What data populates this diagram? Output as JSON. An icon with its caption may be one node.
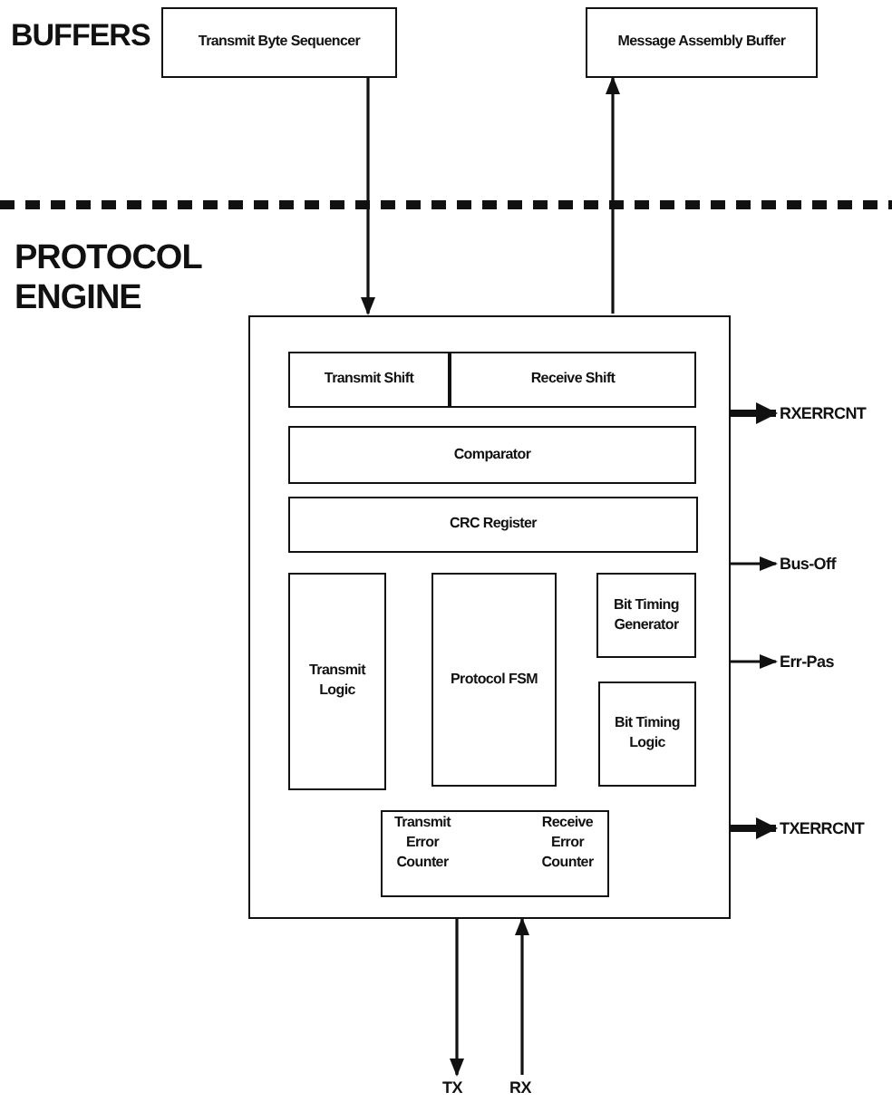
{
  "diagram": {
    "nodes": [
      {
        "text": [
          "Transmit Byte Sequencer"
        ]
      },
      {
        "text": [
          "Message Assembly Buffer"
        ]
      },
      {
        "text": [],
        "shape": "box"
      },
      {
        "text": [
          "Transmit Shift"
        ],
        "in": 2
      },
      {
        "text": [
          "Receive Shift"
        ],
        "in": 2
      },
      {
        "text": [
          "Comparator"
        ],
        "in": 2
      },
      {
        "text": [
          "CRC Register"
        ],
        "in": 2
      },
      {
        "text": [
          "Transmit Logic"
        ],
        "in": 2
      },
      {
        "text": [
          "Protocol FSM"
        ],
        "in": 2
      },
      {
        "text": [
          "Bit Timing Generator"
        ],
        "in": 2
      },
      {
        "text": [
          "Bit Timing Logic"
        ],
        "in": 2
      },
      {
        "text": [
          "Transmit Error Counter",
          "Receive Error Counter"
        ],
        "in": 2
      },
      {
        "text": [
          "RXERRCNT"
        ]
      },
      {
        "text": [
          "Bus-Off"
        ]
      },
      {
        "text": [
          "Err-Pas"
        ]
      },
      {
        "text": [
          "TXERRCNT"
        ]
      },
      {
        "text": [
          "TX"
        ]
      },
      {
        "text": [
          "RX"
        ]
      }
    ],
    "edges": [
      {
        "from": 0,
        "to": 2,
        "arrow": "to"
      },
      {
        "from": 2,
        "to": 1,
        "arrow": "to"
      },
      {
        "from": 2,
        "to": 12,
        "arrow": "to",
        "style": "thick"
      },
      {
        "from": 2,
        "to": 13,
        "arrow": "to"
      },
      {
        "from": 2,
        "to": 14,
        "arrow": "to"
      },
      {
        "from": 2,
        "to": 15,
        "arrow": "to",
        "style": "thick"
      },
      {
        "from": 2,
        "to": 16,
        "arrow": "to"
      },
      {
        "from": 17,
        "to": 2,
        "arrow": "to"
      }
    ],
    "labels": [
      "BUFFERS",
      "PROTOCOL ENGINE"
    ]
  }
}
